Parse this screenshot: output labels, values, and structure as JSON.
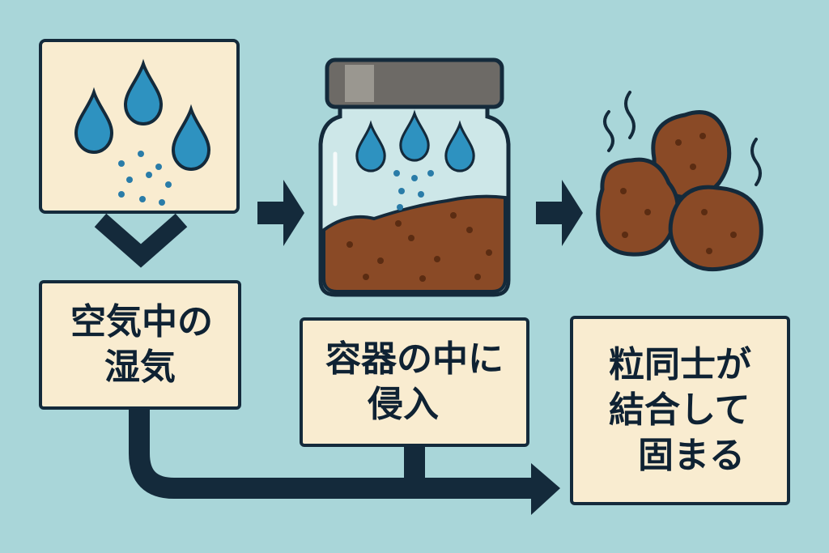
{
  "colors": {
    "background": "#a9d6d9",
    "panel": "#f9ecd0",
    "outline": "#142a3b",
    "water": "#2e92c0",
    "soil": "#8a4a26",
    "lid": "#6d6a66"
  },
  "labels": {
    "humidity": {
      "line1": "空気中の",
      "line2": "湿気"
    },
    "intrusion": {
      "line1": "容器の中に",
      "line2": "侵入"
    },
    "solidify": {
      "line1": "粒同士が",
      "line2": "結合して",
      "line3": "固まる"
    }
  },
  "icons": [
    "water-drops-icon",
    "jar-icon",
    "clumped-soil-icon",
    "arrow-right-icon",
    "chevron-down-icon",
    "steam-icon"
  ]
}
